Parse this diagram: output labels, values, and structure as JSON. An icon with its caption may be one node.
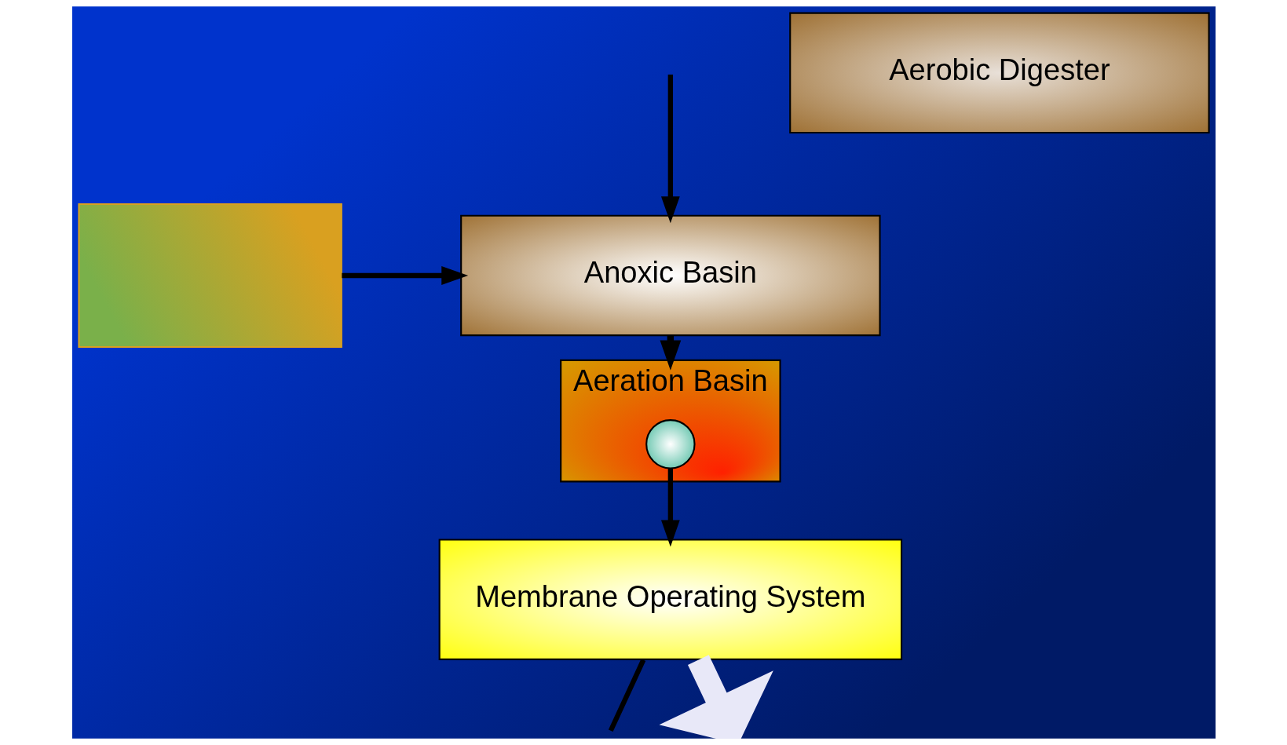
{
  "diagram": {
    "nodes": [
      {
        "text": [],
        "shape": "box"
      },
      {
        "text": [
          "Anoxic Basin"
        ]
      },
      {
        "text": [
          "Aeration Basin"
        ]
      },
      {
        "text": [
          "Aerobic Digester"
        ]
      },
      {
        "text": [],
        "shape": "circle",
        "in": 2
      },
      {
        "text": [
          "Membrane Operating System"
        ]
      }
    ],
    "edges": [
      {
        "from": 0,
        "to": 1,
        "arrow": "to"
      },
      {
        "from": null,
        "to": 1,
        "arrow": "to"
      },
      {
        "from": 1,
        "to": 2,
        "arrow": "to",
        "style": "dashed"
      },
      {
        "from": 4,
        "to": 5,
        "arrow": "to"
      },
      {
        "from": 5,
        "to": null,
        "arrow": "none"
      },
      {
        "from": 5,
        "to": null,
        "arrow": "to",
        "style": "thick",
        "color": "#e8e8f8"
      }
    ]
  }
}
